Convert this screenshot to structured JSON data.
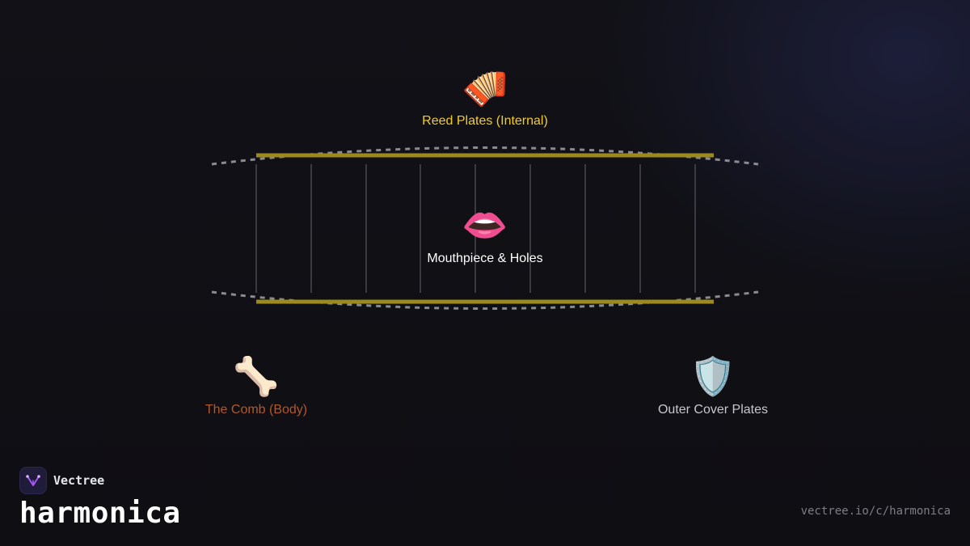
{
  "diagram": {
    "parts": {
      "reed_plates": {
        "icon": "accordion-icon",
        "emoji": "🪗",
        "label": "Reed Plates (Internal)",
        "color": "#f2cc2a"
      },
      "mouthpiece": {
        "icon": "mouth-icon",
        "emoji": "👄",
        "label": "Mouthpiece & Holes",
        "color": "#ffffff"
      },
      "comb": {
        "icon": "bone-icon",
        "emoji": "🦴",
        "label": "The Comb (Body)",
        "color": "#b0582e"
      },
      "cover_plates": {
        "icon": "shield-icon",
        "emoji": "🛡️",
        "label": "Outer Cover Plates",
        "color": "#c7c7cf"
      }
    },
    "colors": {
      "reed_line": "#9c8a1c",
      "cover_outline": "#8a8a90",
      "divider": "#3a3a40",
      "background": "#0f0e13",
      "accent": "#a855f7"
    }
  },
  "footer": {
    "brand_name": "Vectree",
    "logo_icon": "vectree-logo-icon",
    "topic_title": "harmonica",
    "url": "vectree.io/c/harmonica"
  }
}
